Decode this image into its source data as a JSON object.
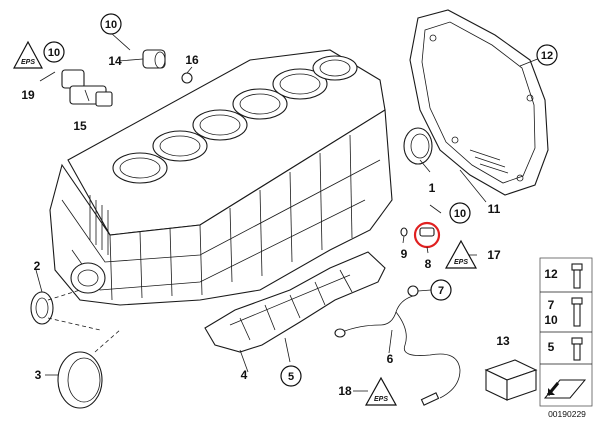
{
  "labels": {
    "l1": "1",
    "l2": "2",
    "l3": "3",
    "l4": "4",
    "l5": "5",
    "l6": "6",
    "l7": "7",
    "l8": "8",
    "l9": "9",
    "l10_top": "10",
    "l10_mid": "10",
    "l10_left": "10",
    "l11": "11",
    "l12": "12",
    "l13": "13",
    "l14": "14",
    "l15": "15",
    "l16": "16",
    "l17": "17",
    "l18": "18",
    "l19": "19"
  },
  "legend": {
    "row1": "12",
    "row2a": "7",
    "row2b": "10",
    "row3": "5"
  },
  "warning_symbol_text": "EPS",
  "reference_number": "00190229",
  "colors": {
    "highlight": "#e02020",
    "line": "#1a1a1a"
  }
}
